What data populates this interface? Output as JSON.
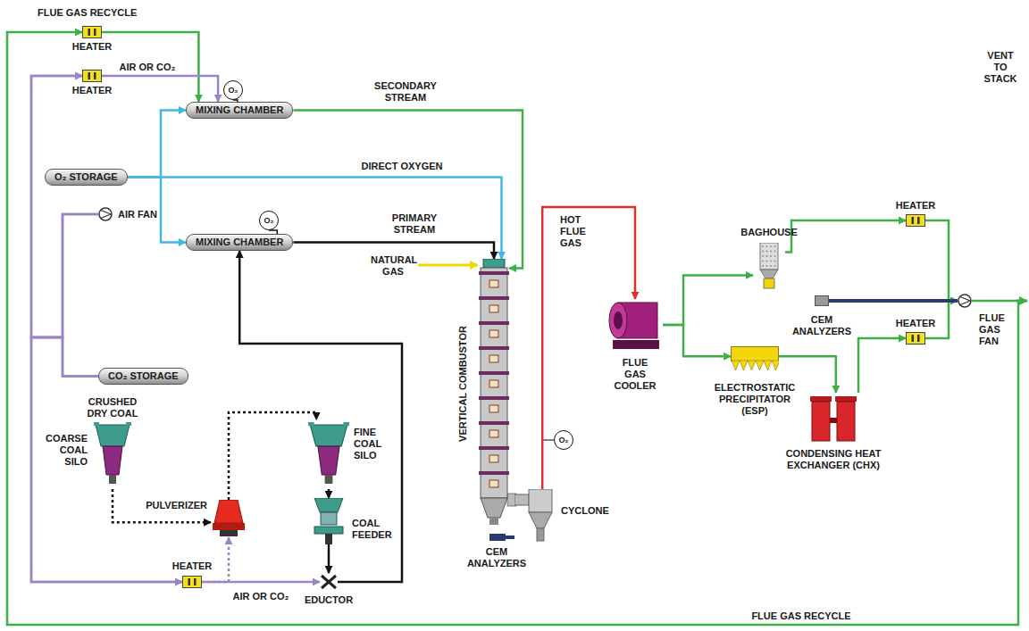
{
  "diagram": {
    "nodes": [
      {
        "text": [
          "HEATER"
        ]
      },
      {
        "text": [
          "HEATER"
        ]
      },
      {
        "text": [
          "O₂"
        ]
      },
      {
        "text": [
          "MIXING CHAMBER"
        ]
      },
      {
        "text": [
          "O₂ STORAGE"
        ]
      },
      {
        "text": [
          "O₂"
        ]
      },
      {
        "text": [
          "MIXING CHAMBER"
        ]
      },
      {
        "text": [
          "AIR FAN"
        ]
      },
      {
        "text": [
          "CO₂ STORAGE"
        ]
      },
      {
        "text": [
          "CRUSHED DRY COAL",
          "COARSE COAL SILO"
        ]
      },
      {
        "text": [
          "PULVERIZER"
        ]
      },
      {
        "text": [
          "FINE COAL SILO"
        ]
      },
      {
        "text": [
          "COAL FEEDER"
        ]
      },
      {
        "text": [
          "EDUCTOR"
        ]
      },
      {
        "text": [
          "HEATER"
        ]
      },
      {
        "text": [
          "VERTICAL COMBUSTOR"
        ]
      },
      {
        "text": [
          "O₂"
        ]
      },
      {
        "text": [
          "CYCLONE"
        ]
      },
      {
        "text": [
          "CEM ANALYZERS"
        ]
      },
      {
        "text": [
          "FLUE GAS COOLER"
        ]
      },
      {
        "text": [
          "BAGHOUSE"
        ]
      },
      {
        "text": [
          "ELECTROSTATIC PRECIPITATOR (ESP)"
        ]
      },
      {
        "text": [
          "CONDENSING HEAT EXCHANGER (CHX)"
        ]
      },
      {
        "text": [
          "HEATER"
        ]
      },
      {
        "text": [
          "HEATER"
        ]
      },
      {
        "text": [
          "CEM ANALYZERS"
        ]
      },
      {
        "text": [
          "FLUE GAS FAN"
        ]
      }
    ],
    "edges": [
      {
        "from": 0,
        "to": 3,
        "arrow": "to"
      },
      {
        "from": 1,
        "to": 3,
        "label": "AIR OR CO₂",
        "arrow": "to"
      },
      {
        "from": 2,
        "to": 3,
        "arrow": "none"
      },
      {
        "from": 4,
        "to": 3,
        "arrow": "to"
      },
      {
        "from": 4,
        "to": 15,
        "label": "DIRECT OXYGEN",
        "arrow": "to"
      },
      {
        "from": 4,
        "to": 6,
        "arrow": "to"
      },
      {
        "from": 5,
        "to": 6,
        "arrow": "none"
      },
      {
        "from": 3,
        "to": 15,
        "label": "SECONDARY STREAM",
        "arrow": "to"
      },
      {
        "from": 6,
        "to": 15,
        "label": "PRIMARY STREAM",
        "arrow": "to"
      },
      {
        "from": 7,
        "to": 1,
        "arrow": "to"
      },
      {
        "from": 7,
        "to": 14,
        "arrow": "to"
      },
      {
        "from": 8,
        "to": 1,
        "arrow": "to"
      },
      {
        "from": 8,
        "to": 14,
        "arrow": "to"
      },
      {
        "from": 9,
        "to": 10,
        "arrow": "to"
      },
      {
        "from": 10,
        "to": 11,
        "arrow": "to"
      },
      {
        "from": 11,
        "to": 12,
        "arrow": "to"
      },
      {
        "from": 12,
        "to": 13,
        "arrow": "to"
      },
      {
        "from": 14,
        "to": 13,
        "arrow": "to"
      },
      {
        "from": 14,
        "to": 10,
        "label": "AIR OR CO₂",
        "arrow": "to"
      },
      {
        "from": 13,
        "to": 6,
        "arrow": "to"
      },
      {
        "from": 16,
        "to": 17,
        "arrow": "none"
      },
      {
        "from": 18,
        "to": 17,
        "arrow": "none"
      },
      {
        "from": 17,
        "to": 19,
        "label": "HOT FLUE GAS",
        "arrow": "to"
      },
      {
        "from": 19,
        "to": 20,
        "arrow": "to"
      },
      {
        "from": 19,
        "to": 21,
        "arrow": "to"
      },
      {
        "from": 21,
        "to": 22,
        "arrow": "to"
      },
      {
        "from": 20,
        "to": 23,
        "arrow": "to"
      },
      {
        "from": 22,
        "to": 24,
        "arrow": "to"
      },
      {
        "from": 23,
        "to": 26,
        "arrow": "to"
      },
      {
        "from": 24,
        "to": 26,
        "arrow": "to"
      },
      {
        "from": 25,
        "to": 26,
        "arrow": "none"
      },
      {
        "from": 26,
        "to": 0,
        "arrow": "to"
      }
    ],
    "labels": [
      "FLUE GAS RECYCLE",
      "NATURAL GAS",
      "VENT TO STACK",
      "FLUE GAS RECYCLE"
    ]
  }
}
